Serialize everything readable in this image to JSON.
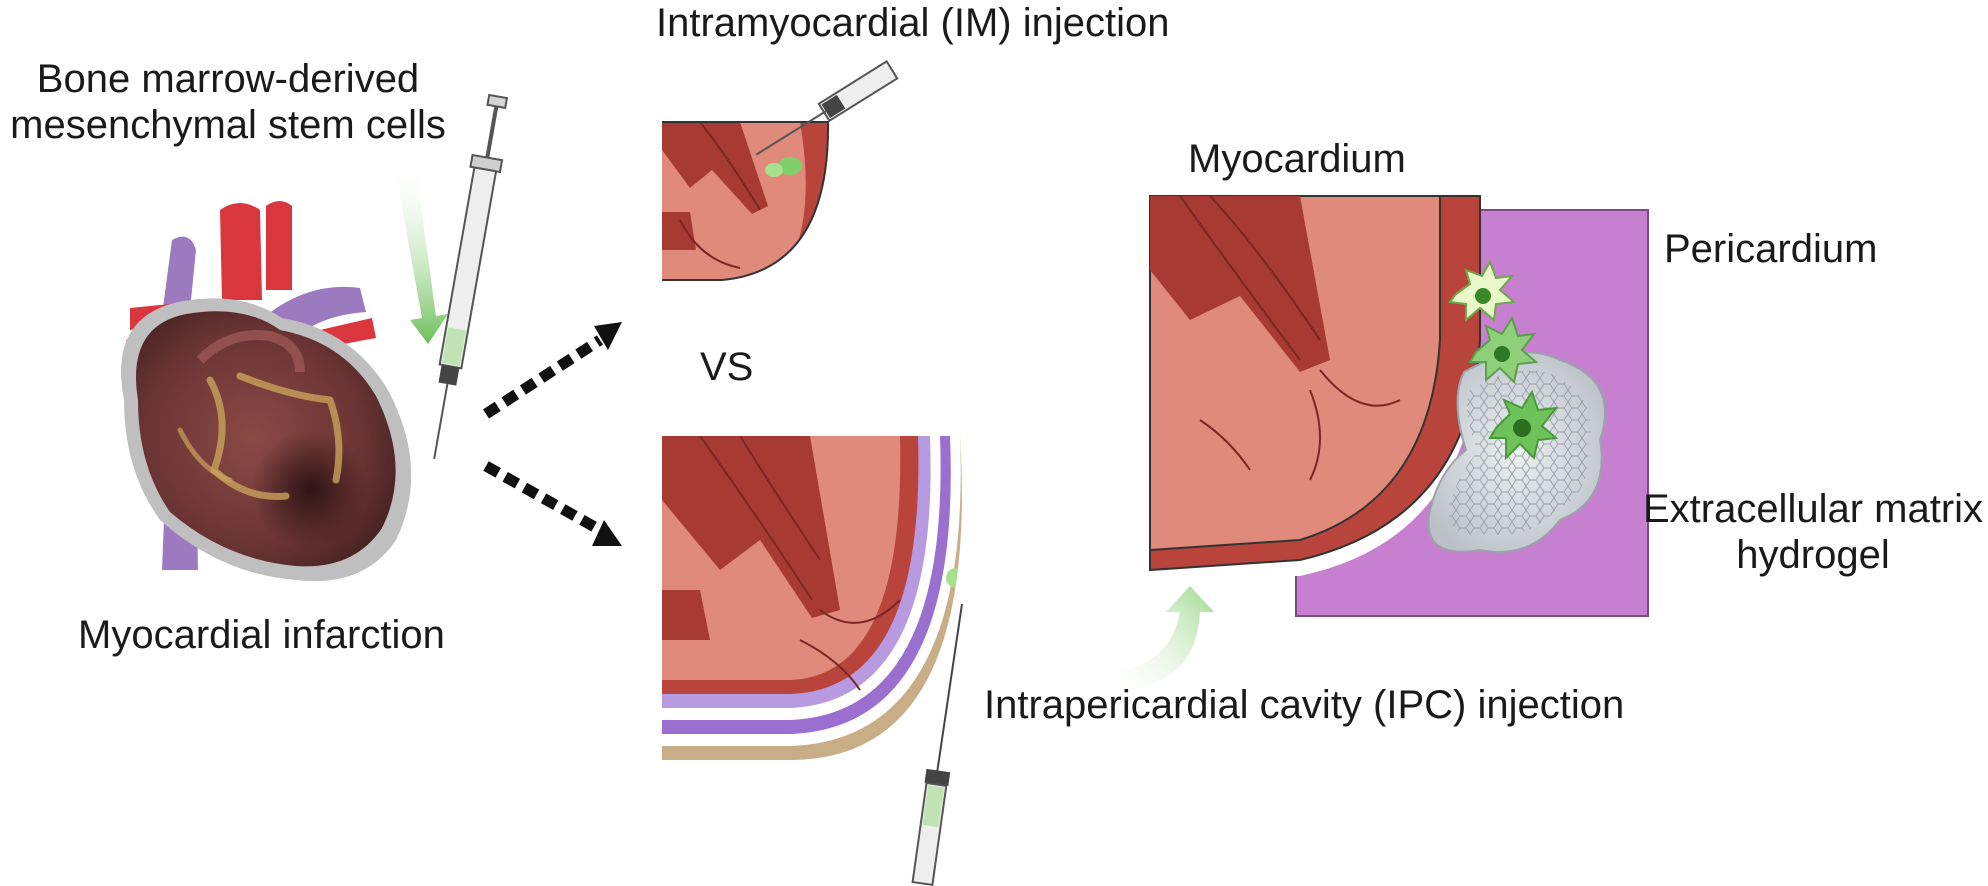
{
  "labels": {
    "stem_cells_line1": "Bone marrow-derived",
    "stem_cells_line2": "mesenchymal stem cells",
    "infarction": "Myocardial infarction",
    "im_injection": "Intramyocardial (IM)  injection",
    "vs": "VS",
    "myocardium": "Myocardium",
    "pericardium": "Pericardium",
    "ecm_line1": "Extracellular matrix",
    "ecm_line2": "hydrogel",
    "ipc_injection": "Intrapericardial cavity (IPC)  injection"
  },
  "colors": {
    "myocardium_light": "#e08a7c",
    "myocardium_dark": "#b8443c",
    "trabeculae": "#a83a34",
    "pericardium": "#c77fcf",
    "lining_purple": "#9a6fd0",
    "lining_tan": "#c9ad86",
    "cell_green": "#7fd06a",
    "arrow_green": "#7cc46a",
    "hydrogel": "#d8dde0",
    "heart_dark": "#6b3a3a",
    "aorta_red": "#d9363e",
    "vein_purple": "#9b7ac0"
  },
  "icons": [
    "heart-illustration",
    "syringe-icon",
    "dotted-arrow",
    "stem-cell"
  ]
}
